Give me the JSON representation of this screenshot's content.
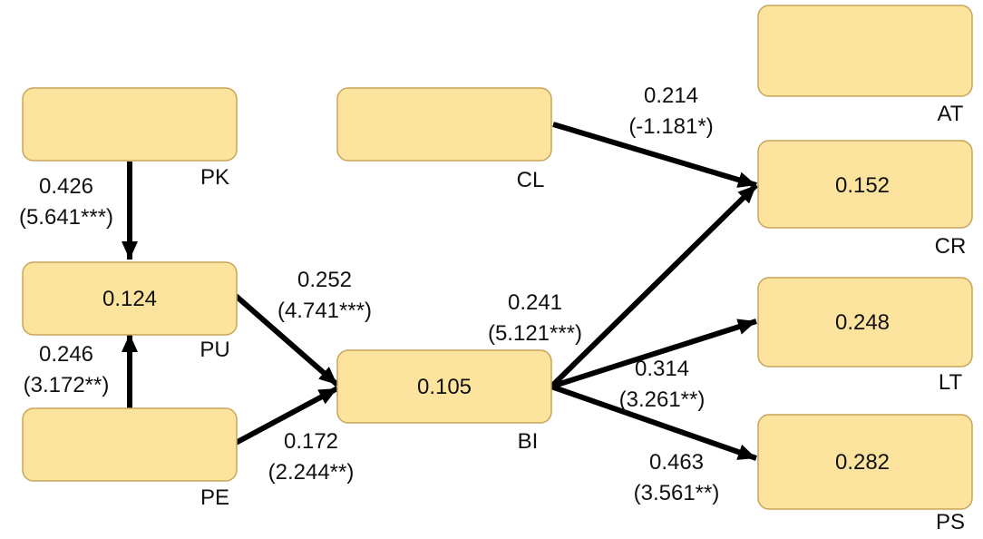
{
  "nodes": {
    "PK": {
      "label": "PK",
      "value": ""
    },
    "PU": {
      "label": "PU",
      "value": "0.124"
    },
    "PE": {
      "label": "PE",
      "value": ""
    },
    "CL": {
      "label": "CL",
      "value": ""
    },
    "BI": {
      "label": "BI",
      "value": "0.105"
    },
    "AT": {
      "label": "AT",
      "value": ""
    },
    "CR": {
      "label": "CR",
      "value": "0.152"
    },
    "LT": {
      "label": "LT",
      "value": "0.248"
    },
    "PS": {
      "label": "PS",
      "value": "0.282"
    }
  },
  "paths": {
    "PK_PU": {
      "coef": "0.426",
      "t": "(5.641***)"
    },
    "PE_PU": {
      "coef": "0.246",
      "t": "(3.172**)"
    },
    "PU_BI": {
      "coef": "0.252",
      "t": "(4.741***)"
    },
    "PE_BI": {
      "coef": "0.172",
      "t": "(2.244**)"
    },
    "CL_CR": {
      "coef": "0.214",
      "t": "(-1.181*)"
    },
    "BI_CR": {
      "coef": "0.241",
      "t": "(5.121***)"
    },
    "BI_LT": {
      "coef": "0.314",
      "t": "(3.261**)"
    },
    "BI_PS": {
      "coef": "0.463",
      "t": "(3.561**)"
    }
  },
  "colors": {
    "box_fill": "#fde49e",
    "box_stroke": "#c8a55a",
    "arrow": "#000000"
  }
}
